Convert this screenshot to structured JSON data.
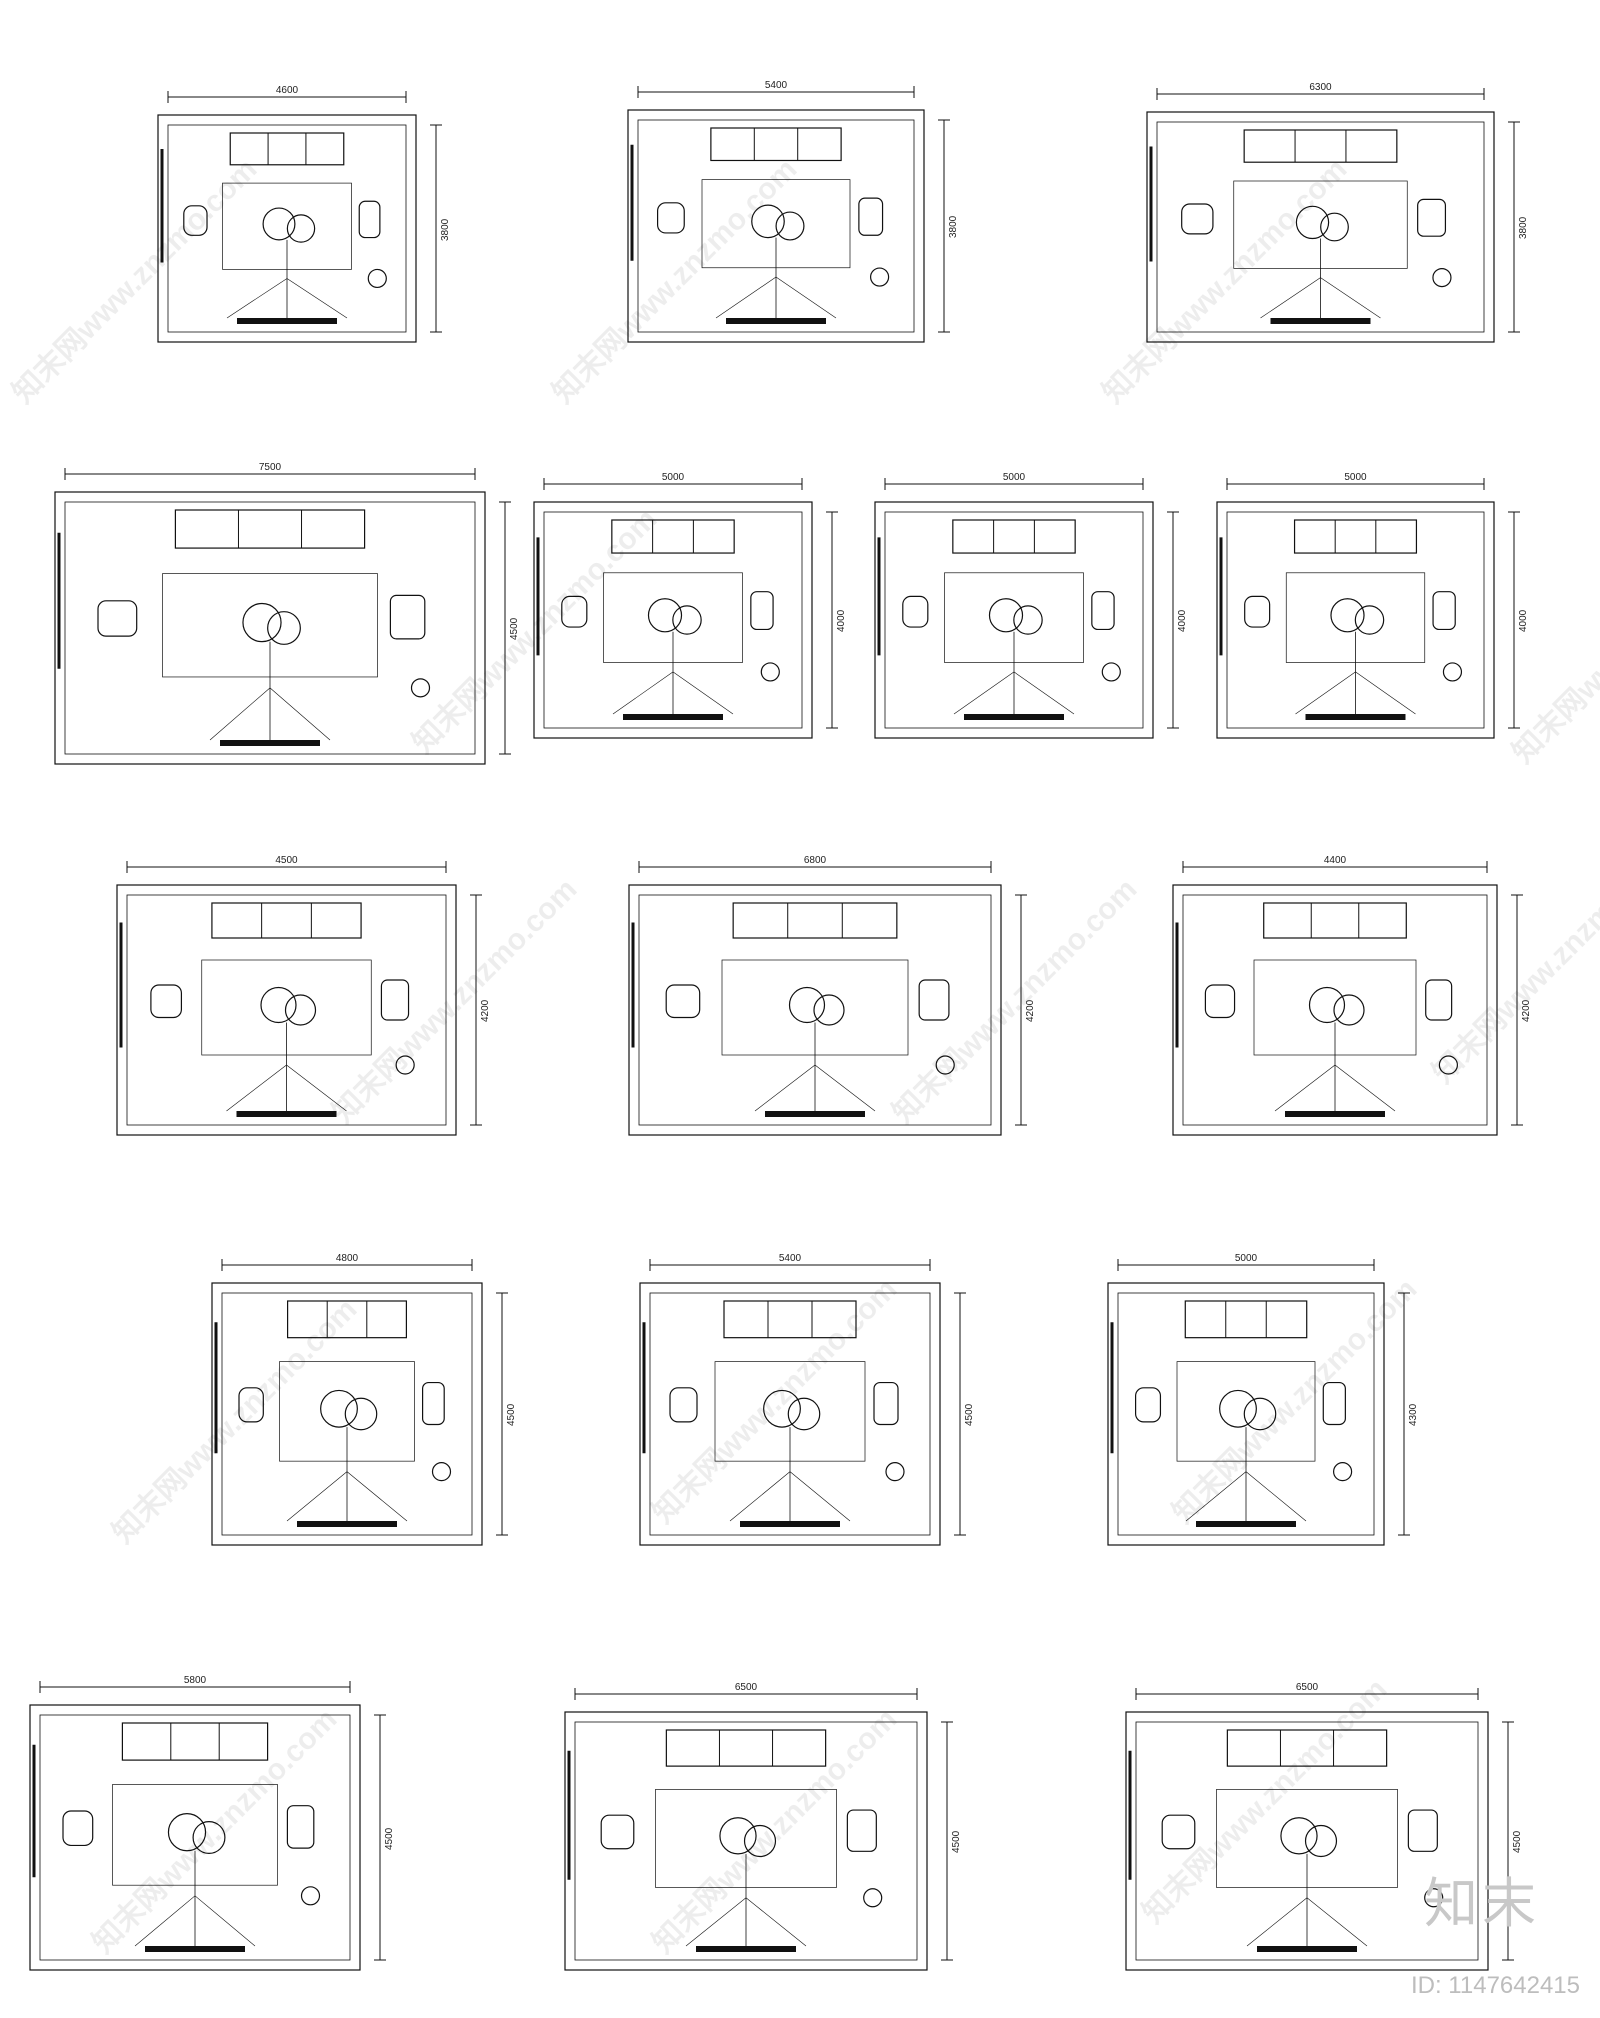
{
  "plans": [
    {
      "width_label": "4600",
      "height_label": "3800"
    },
    {
      "width_label": "5400",
      "height_label": "3800"
    },
    {
      "width_label": "6300",
      "height_label": "3800"
    },
    {
      "width_label": "7500",
      "height_label": "4500"
    },
    {
      "width_label": "5000",
      "height_label": "4000"
    },
    {
      "width_label": "5000",
      "height_label": "4000"
    },
    {
      "width_label": "5000",
      "height_label": "4000"
    },
    {
      "width_label": "4500",
      "height_label": "4200"
    },
    {
      "width_label": "6800",
      "height_label": "4200"
    },
    {
      "width_label": "4400",
      "height_label": "4200"
    },
    {
      "width_label": "4800",
      "height_label": "4500"
    },
    {
      "width_label": "5400",
      "height_label": "4500"
    },
    {
      "width_label": "5000",
      "height_label": "4300"
    },
    {
      "width_label": "5800",
      "height_label": "4500"
    },
    {
      "width_label": "6500",
      "height_label": "4500"
    },
    {
      "width_label": "6500",
      "height_label": "4500"
    }
  ],
  "watermark_text": "知末网www.znzmo.com",
  "brand_logo": "知末",
  "image_id": "ID: 1147642415"
}
